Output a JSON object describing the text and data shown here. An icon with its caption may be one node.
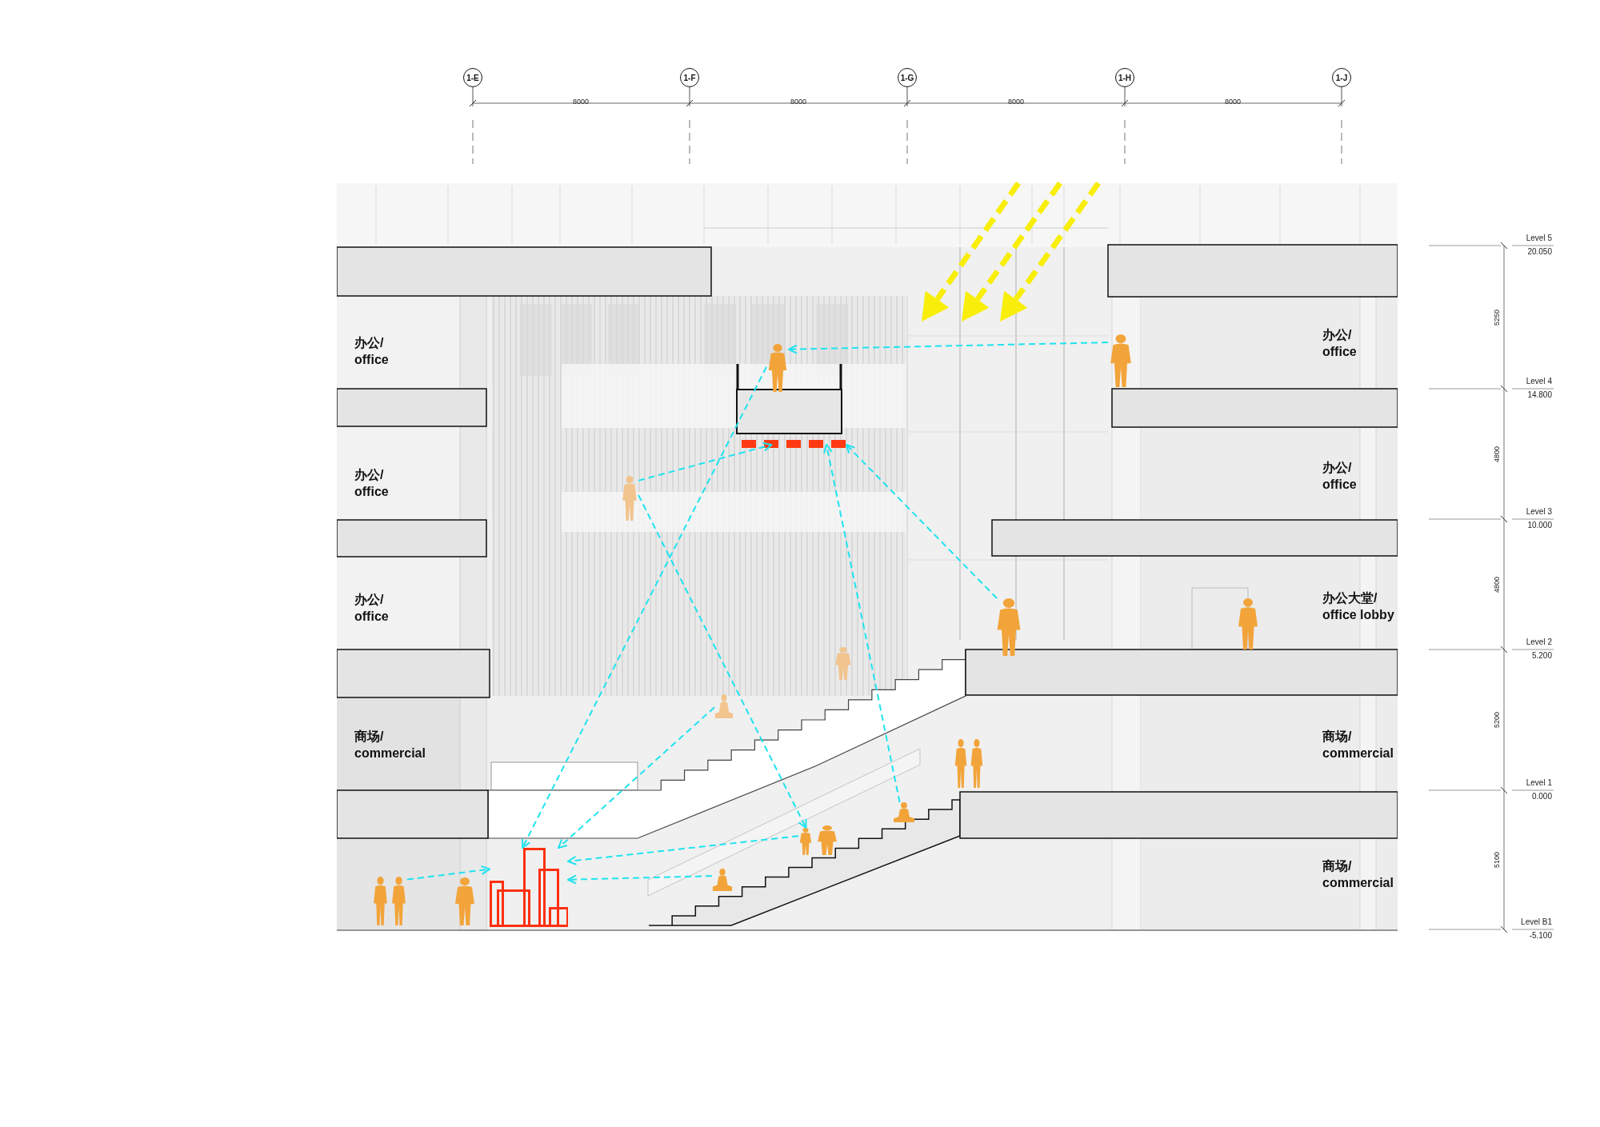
{
  "diagram": {
    "nodes": [
      {
        "text": [
          "1-E"
        ]
      },
      {
        "text": [
          "1-F"
        ]
      },
      {
        "text": [
          "1-G"
        ]
      },
      {
        "text": [
          "1-H"
        ]
      },
      {
        "text": [
          "1-J"
        ]
      },
      {
        "text": [],
        "shape": "person"
      },
      {
        "text": [],
        "shape": "person"
      },
      {
        "text": [],
        "shape": "bar"
      },
      {
        "text": [],
        "shape": "person"
      },
      {
        "text": [],
        "shape": "person"
      },
      {
        "text": [],
        "shape": "person"
      },
      {
        "text": [],
        "shape": "person"
      },
      {
        "text": [],
        "shape": "person"
      },
      {
        "text": [],
        "shape": "picture"
      },
      {
        "text": [],
        "shape": "person"
      },
      {
        "text": [],
        "shape": "person"
      },
      {
        "text": [],
        "shape": "person"
      },
      {
        "text": [],
        "shape": "person"
      },
      {
        "text": [],
        "shape": "person"
      },
      {
        "text": [],
        "shape": "person"
      },
      {
        "text": [],
        "shape": "person"
      }
    ],
    "edges": [
      {
        "from": 6,
        "to": 5,
        "arrow": "to"
      },
      {
        "from": 5,
        "to": 13,
        "arrow": "to"
      },
      {
        "from": 8,
        "to": 7,
        "arrow": "to"
      },
      {
        "from": 8,
        "to": 12,
        "arrow": "to"
      },
      {
        "from": 11,
        "to": 7,
        "arrow": "to"
      },
      {
        "from": 9,
        "to": 7,
        "arrow": "to"
      },
      {
        "from": 10,
        "to": 13,
        "arrow": "to"
      },
      {
        "from": 12,
        "to": 13,
        "arrow": "to"
      },
      {
        "from": 15,
        "to": 13,
        "arrow": "to"
      },
      {
        "from": 14,
        "to": 13,
        "arrow": "to"
      }
    ],
    "labels": [
      "8000",
      "8000",
      "8000",
      "8000",
      "办公/ office",
      "办公/ office",
      "办公/ office",
      "办公/ office",
      "办公/ office",
      "办公大堂/ office lobby",
      "商场/ commercial",
      "商场/ commercial",
      "商场/ commercial",
      "Level 5",
      "20.050",
      "5250",
      "Level 4",
      "14.800",
      "4800",
      "Level 3",
      "10.000",
      "4800",
      "Level 2",
      "5.200",
      "5200",
      "Level 1",
      "0.000",
      "5100",
      "Level B1",
      "-5.100"
    ]
  }
}
